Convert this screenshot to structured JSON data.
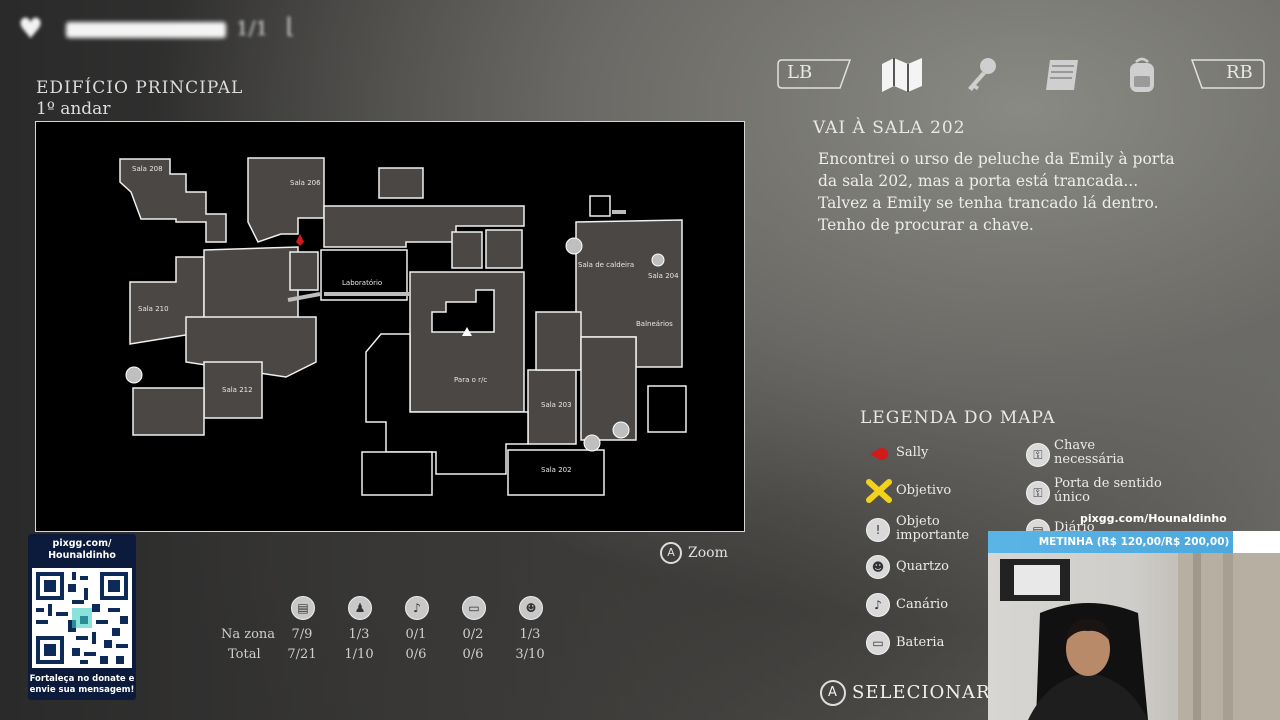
{
  "hud": {
    "health_icon": "heart-icon",
    "ratio": "1/1",
    "stamina_icon": "boot-icon"
  },
  "location": {
    "building": "EDIFÍCIO PRINCIPAL",
    "floor": "1º andar"
  },
  "map": {
    "rooms": [
      "Sala 208",
      "Sala 206",
      "Laboratório",
      "Sala 210",
      "Sala 212",
      "Para o r/c",
      "Sala 203",
      "Sala 202",
      "Sala de caldeira",
      "Sala 204",
      "Balneários"
    ]
  },
  "zoom": {
    "button": "A",
    "label": "Zoom"
  },
  "collectibles": {
    "icons": [
      "diary-icon",
      "figure-icon",
      "canary-icon",
      "battery-icon",
      "teddy-icon"
    ],
    "rows": [
      {
        "label": "Na zona",
        "values": [
          "7/9",
          "1/3",
          "0/1",
          "0/2",
          "1/3"
        ]
      },
      {
        "label": "Total",
        "values": [
          "7/21",
          "1/10",
          "0/6",
          "0/6",
          "3/10"
        ]
      }
    ]
  },
  "nav": {
    "lb": "LB",
    "rb": "RB",
    "icons": [
      "map-icon",
      "key-icon",
      "journal-icon",
      "backpack-icon"
    ]
  },
  "objective": {
    "title": "VAI À SALA 202",
    "text": "Encontrei o urso de peluche da Emily à porta da sala 202, mas a porta está trancada... Talvez a Emily se tenha trancado lá dentro. Tenho de procurar a chave."
  },
  "legend": {
    "title": "LEGENDA DO MAPA",
    "items": [
      {
        "icon": "sally-marker-icon",
        "label": "Sally"
      },
      {
        "icon": "objective-x-icon",
        "label": "Objetivo"
      },
      {
        "icon": "exclamation-icon",
        "label": "Objeto importante"
      },
      {
        "icon": "teddy-icon",
        "label": "Quartzo"
      },
      {
        "icon": "canary-icon",
        "label": "Canário"
      },
      {
        "icon": "battery-icon",
        "label": "Bateria"
      },
      {
        "icon": "lock-key-icon",
        "label": "Chave necessária"
      },
      {
        "icon": "lock-oneway-icon",
        "label": "Porta de sentido único"
      },
      {
        "icon": "diary-icon",
        "label": "Diário"
      }
    ]
  },
  "select": {
    "button": "A",
    "label": "SELECIONAR"
  },
  "donation": {
    "top": "pixgg.com/\nHounaldinho",
    "bottom": "Fortaleça no donate e envie sua mensagem!"
  },
  "stream": {
    "url": "pixgg.com/Hounaldinho",
    "goal": "METINHA (R$ 120,00/R$ 200,00)",
    "goal_progress": 0.6
  },
  "colors": {
    "sally": "#d11a1a",
    "objective": "#f2d21b",
    "goal_bar": "#4aa6dc",
    "donate_bg": "#0c1a3c"
  }
}
